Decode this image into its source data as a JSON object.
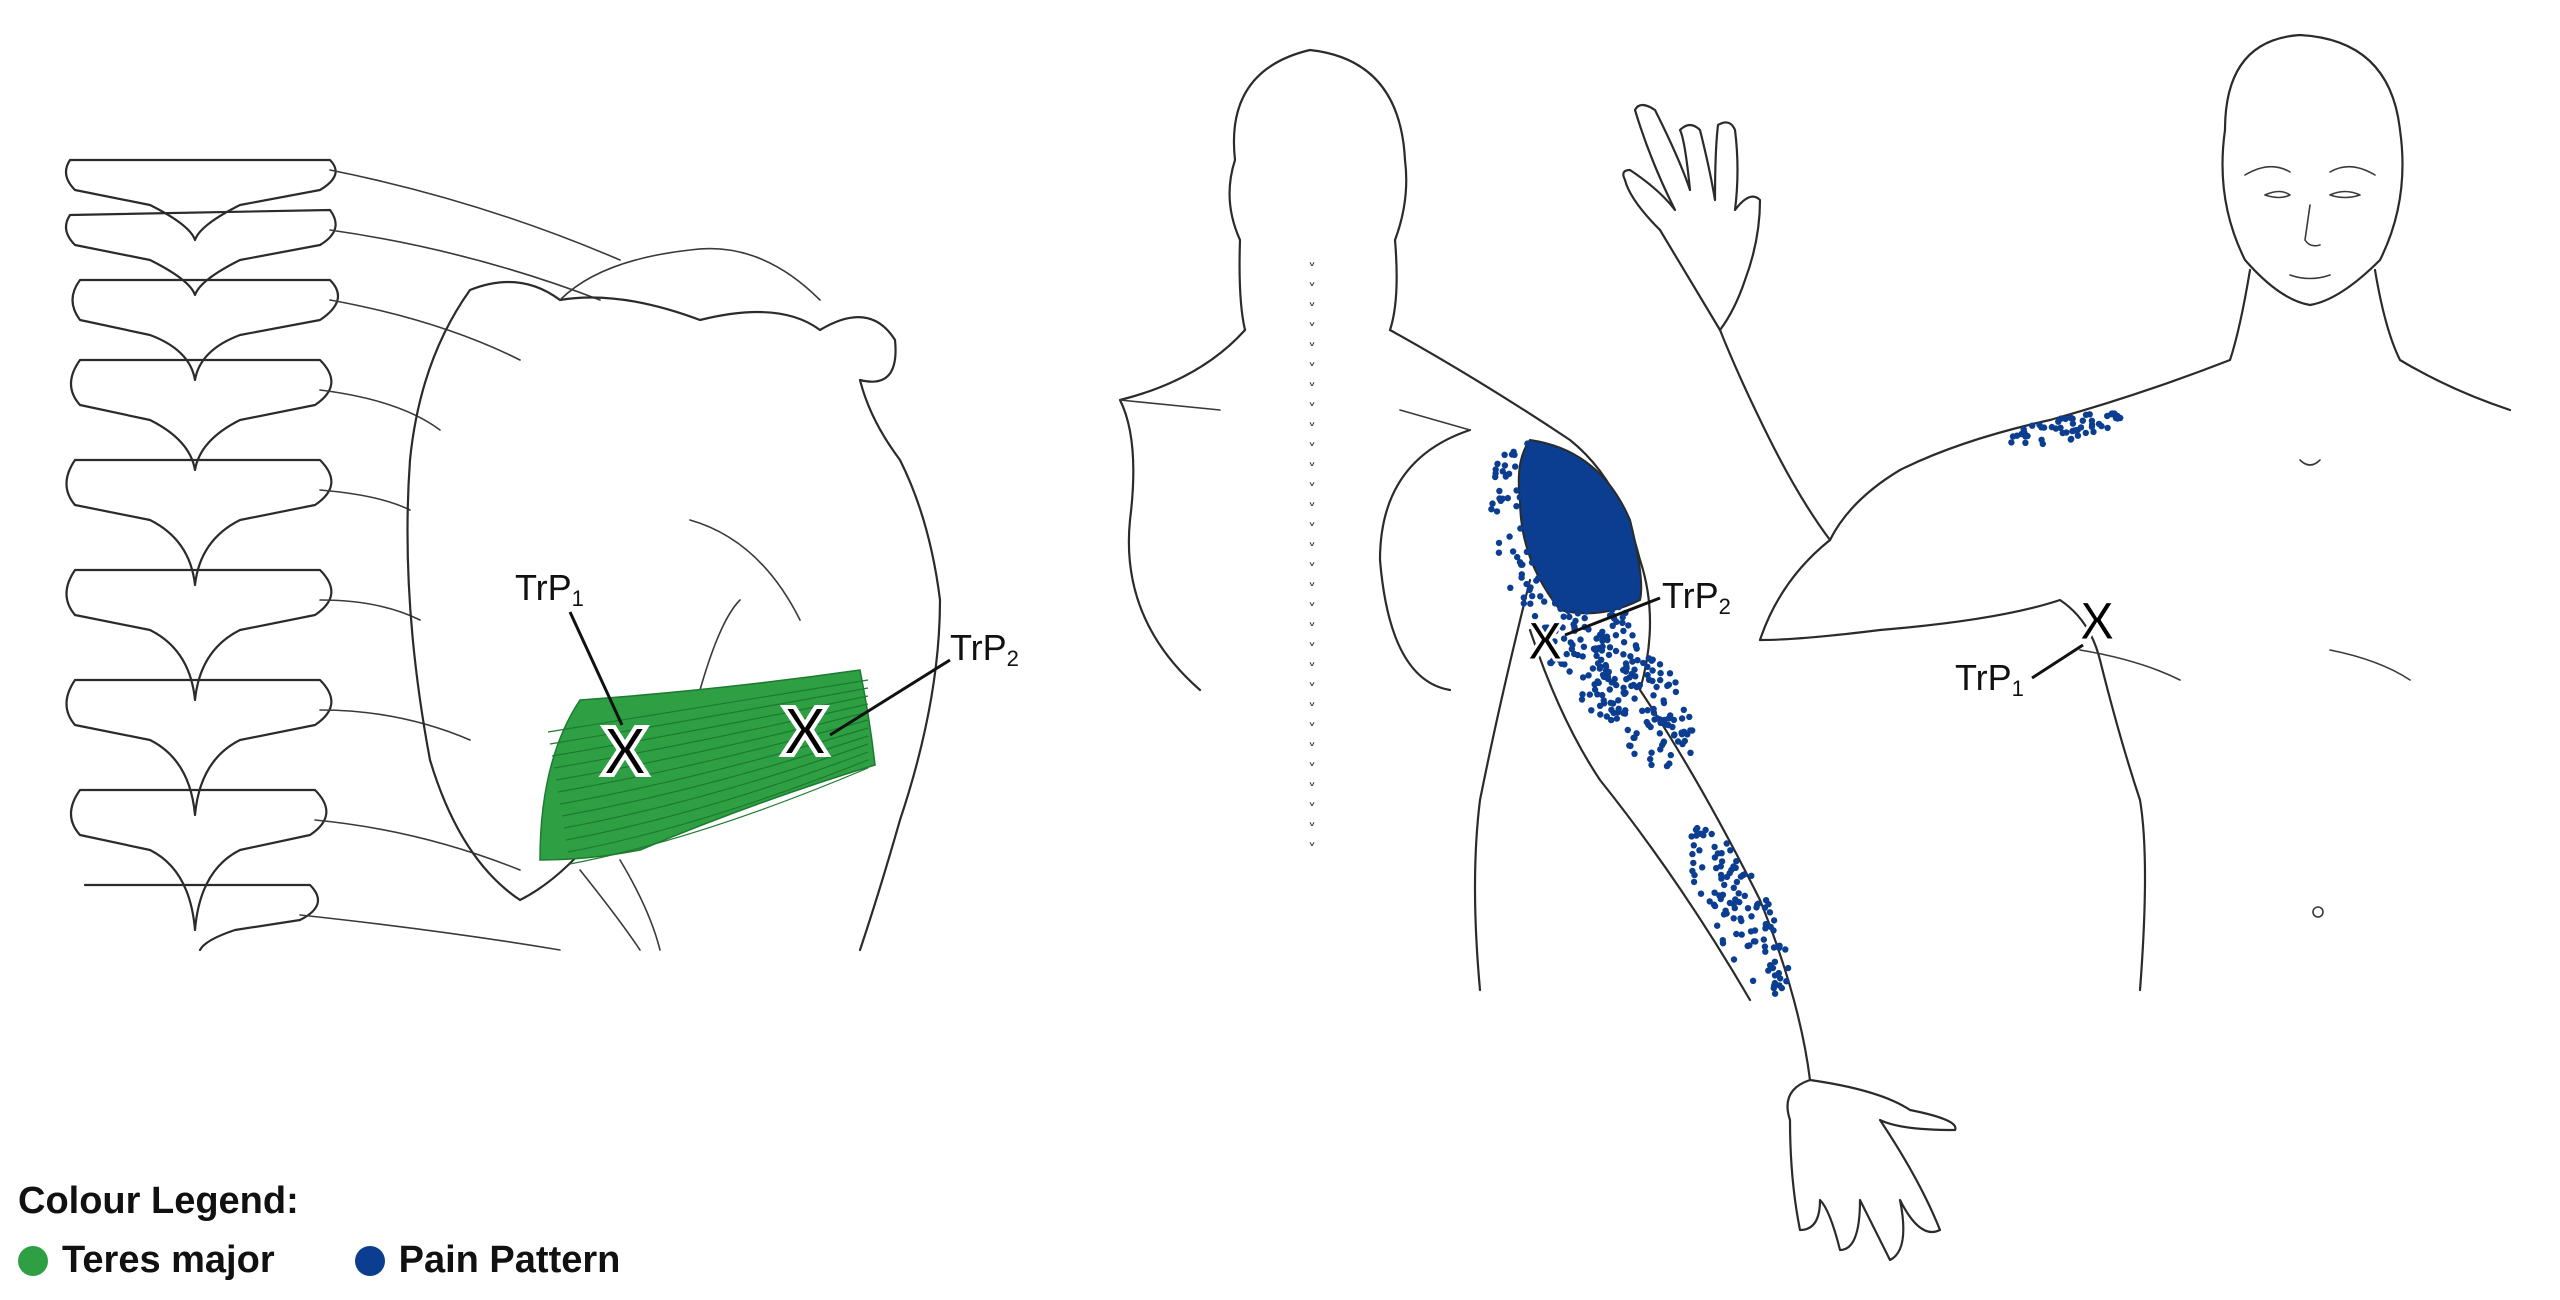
{
  "labels": {
    "trp1_main": "TrP",
    "trp1_sub": "1",
    "trp2_main": "TrP",
    "trp2_sub": "2"
  },
  "legend": {
    "title": "Colour Legend:",
    "items": [
      {
        "label": "Teres major",
        "color": "#2ea043"
      },
      {
        "label": "Pain Pattern",
        "color": "#0b3d91"
      }
    ]
  },
  "colors": {
    "muscle": "#2ea043",
    "pain": "#0b3d91",
    "outline": "#2b2b2b"
  }
}
